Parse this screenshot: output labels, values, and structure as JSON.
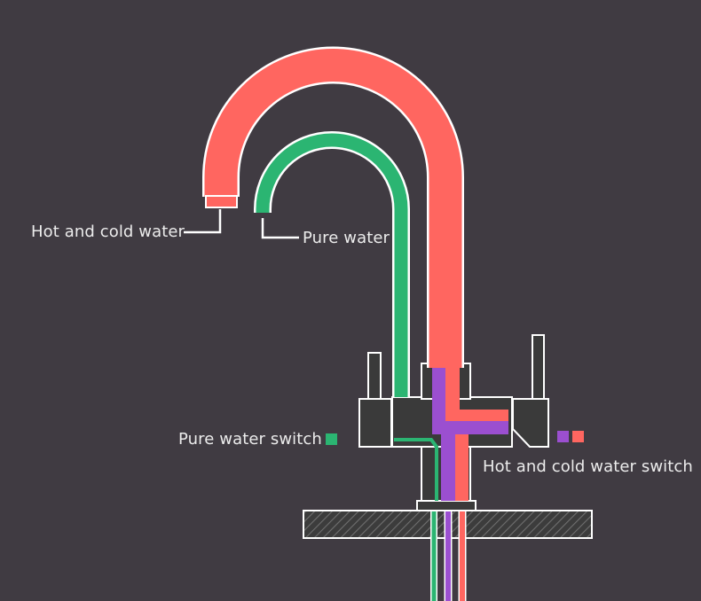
{
  "colors": {
    "background": "#403b42",
    "hot_cold_pipe": "#ff6660",
    "pure_pipe": "#2bb572",
    "switch_purple": "#9b4fd0",
    "outline": "#ffffff",
    "body_fill": "#3a3a3a",
    "text": "#ececec"
  },
  "labels": {
    "hot_cold_water": "Hot and cold water",
    "pure_water": "Pure water",
    "pure_water_switch": "Pure water switch",
    "hot_cold_water_switch": "Hot and cold water switch"
  },
  "icons": [
    "pure-water-swatch",
    "purple-swatch",
    "red-swatch",
    "faucet-diagram"
  ]
}
